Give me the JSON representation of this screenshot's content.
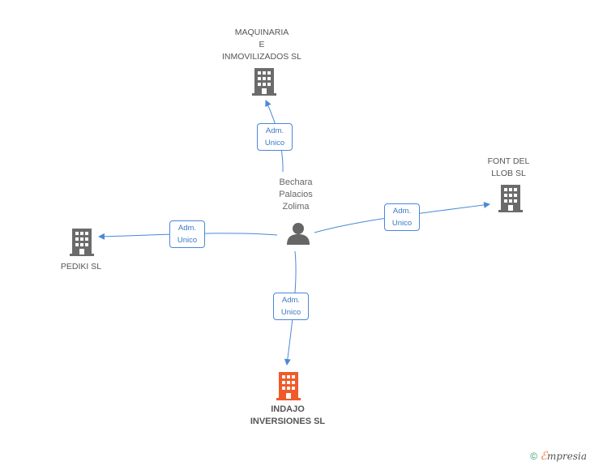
{
  "center": {
    "name": "Bechara\nPalacios\nZolima",
    "icon": "person-icon"
  },
  "companies": {
    "top": {
      "name": "MAQUINARIA\nE\nINMOVILIZADOS SL"
    },
    "right": {
      "name": "FONT DEL\nLLOB SL"
    },
    "left": {
      "name": "PEDIKI SL"
    },
    "bottom": {
      "name": "INDAJO\nINVERSIONES SL"
    }
  },
  "roles": {
    "top": {
      "line1": "Adm.",
      "line2": "Unico"
    },
    "right": {
      "line1": "Adm.",
      "line2": "Unico"
    },
    "left": {
      "line1": "Adm.",
      "line2": "Unico"
    },
    "bottom": {
      "line1": "Adm.",
      "line2": "Unico"
    }
  },
  "colors": {
    "edge": "#4a88d8",
    "building": "#6b6b6b",
    "building_main": "#f05a28",
    "person": "#666666"
  },
  "footer": {
    "copyright": "©",
    "brand_e": "ℰ",
    "brand_rest": "mpresia"
  }
}
